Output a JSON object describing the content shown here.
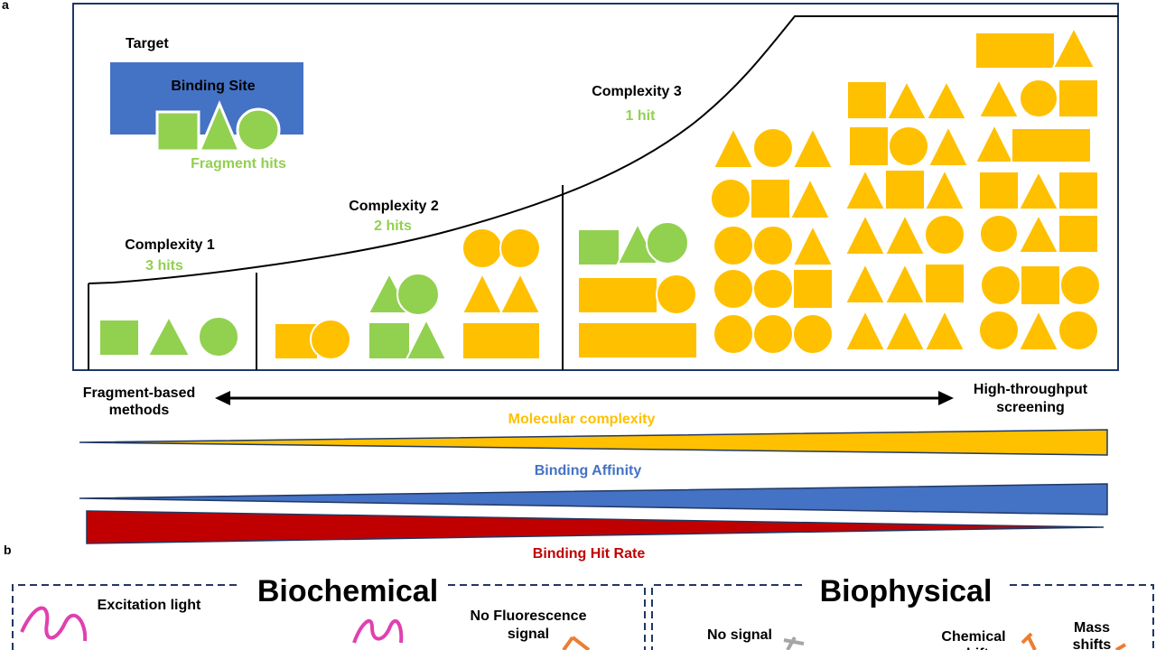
{
  "panel_a": {
    "letter": "a",
    "target": {
      "title": "Target",
      "site_label": "Binding Site",
      "hits_label": "Fragment hits"
    },
    "stages": [
      {
        "title": "Complexity 1",
        "hits": "3 hits"
      },
      {
        "title": "Complexity 2",
        "hits": "2 hits"
      },
      {
        "title": "Complexity 3",
        "hits": "1 hit"
      }
    ],
    "axis": {
      "left_line1": "Fragment-based",
      "left_line2": "methods",
      "right_line1": "High-throughput",
      "right_line2": "screening"
    },
    "wedges": [
      {
        "label": "Molecular complexity",
        "color": "#ffc000",
        "direction": "increasing"
      },
      {
        "label": "Binding Affinity",
        "color": "#4472c4",
        "direction": "increasing"
      },
      {
        "label": "Binding Hit Rate",
        "color": "#c00000",
        "direction": "decreasing"
      }
    ]
  },
  "panel_b": {
    "letter": "b",
    "biochemical": {
      "title": "Biochemical",
      "excitation": "Excitation light",
      "no_fluor_line1": "No Fluorescence",
      "no_fluor_line2": "signal"
    },
    "biophysical": {
      "title": "Biophysical",
      "no_signal": "No signal",
      "chem_line1": "Chemical",
      "chem_line2": "shift",
      "mass_line1": "Mass",
      "mass_line2": "shifts"
    }
  },
  "colors": {
    "hit": "#92d050",
    "compound": "#ffc000",
    "target": "#4472c4",
    "hit_rate": "#c00000",
    "frame": "#1f3864",
    "excitation": "#e040b0",
    "arrow": "#ed7d31",
    "grey_arrow": "#a6a6a6"
  }
}
